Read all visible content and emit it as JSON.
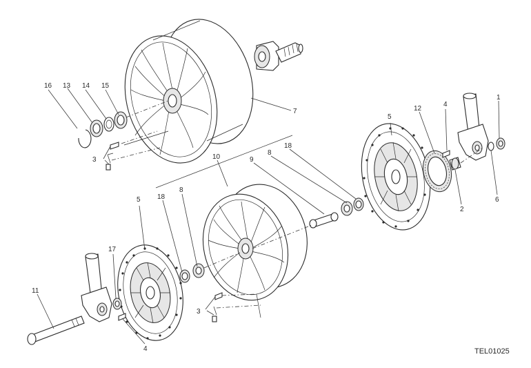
{
  "drawing_code": "TEL01025",
  "callouts": {
    "c1": "1",
    "c2": "2",
    "c3a": "3",
    "c3b": "3",
    "c4a": "4",
    "c4b": "4",
    "c5a": "5",
    "c5b": "5",
    "c6": "6",
    "c7": "7",
    "c8a": "8",
    "c8b": "8",
    "c9": "9",
    "c10": "10",
    "c11": "11",
    "c12": "12",
    "c13": "13",
    "c14": "14",
    "c15": "15",
    "c16": "16",
    "c17": "17",
    "c18a": "18",
    "c18b": "18"
  }
}
